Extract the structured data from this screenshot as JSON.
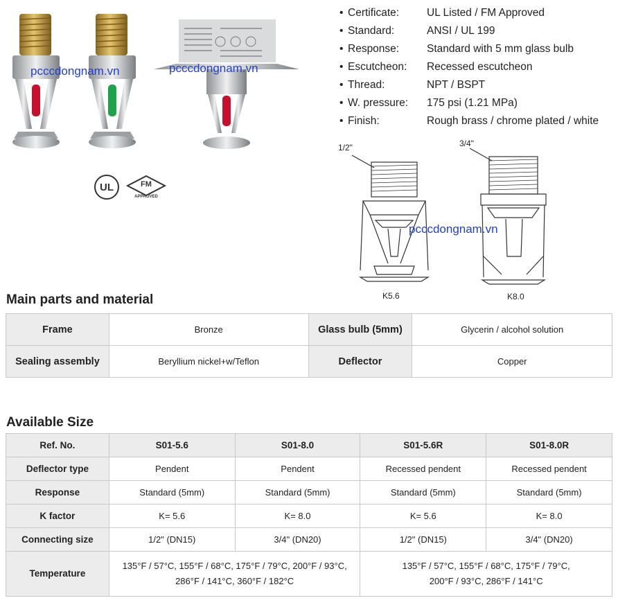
{
  "watermark": "pcccdongnam.vn",
  "specs": [
    {
      "key": "Certificate:",
      "value": "UL Listed / FM Approved"
    },
    {
      "key": "Standard:",
      "value": "ANSI / UL 199"
    },
    {
      "key": "Response:",
      "value": "Standard with 5 mm glass bulb"
    },
    {
      "key": "Escutcheon:",
      "value": "Recessed escutcheon"
    },
    {
      "key": "Thread:",
      "value": "NPT / BSPT"
    },
    {
      "key": "W. pressure:",
      "value": "175 psi (1.21 MPa)"
    },
    {
      "key": "Finish:",
      "value": "Rough brass / chrome plated / white"
    }
  ],
  "certs": {
    "ul": "UL",
    "fm": "FM",
    "fm_sub": "APPROVED"
  },
  "diagram": {
    "left_thread": "1/2\"",
    "right_thread": "3/4\"",
    "left_k": "K5.6",
    "right_k": "K8.0"
  },
  "main_parts": {
    "title": "Main parts and material",
    "rows": [
      [
        "Frame",
        "Bronze",
        "Glass bulb (5mm)",
        "Glycerin / alcohol solution"
      ],
      [
        "Sealing assembly",
        "Beryllium nickel+w/Teflon",
        "Deflector",
        "Copper"
      ]
    ]
  },
  "sizes": {
    "title": "Available Size",
    "header": [
      "Ref. No.",
      "S01-5.6",
      "S01-8.0",
      "S01-5.6R",
      "S01-8.0R"
    ],
    "rows": [
      [
        "Deflector type",
        "Pendent",
        "Pendent",
        "Recessed pendent",
        "Recessed pendent"
      ],
      [
        "Response",
        "Standard (5mm)",
        "Standard (5mm)",
        "Standard (5mm)",
        "Standard (5mm)"
      ],
      [
        "K factor",
        "K= 5.6",
        "K= 8.0",
        "K= 5.6",
        "K= 8.0"
      ],
      [
        "Connecting size",
        "1/2\" (DN15)",
        "3/4\" (DN20)",
        "1/2\" (DN15)",
        "3/4\" (DN20)"
      ]
    ],
    "temperature": {
      "label": "Temperature",
      "left_line1": "135°F / 57°C, 155°F / 68°C, 175°F / 79°C, 200°F / 93°C,",
      "left_line2": "286°F / 141°C, 360°F / 182°C",
      "right_line1": "135°F / 57°C, 155°F / 68°C, 175°F / 79°C,",
      "right_line2": "200°F / 93°C, 286°F / 141°C"
    }
  },
  "colors": {
    "bulb_red": "#c8102e",
    "bulb_green": "#1fa34a",
    "brass": "#c9a24a",
    "chrome": "#c4c6c8"
  }
}
